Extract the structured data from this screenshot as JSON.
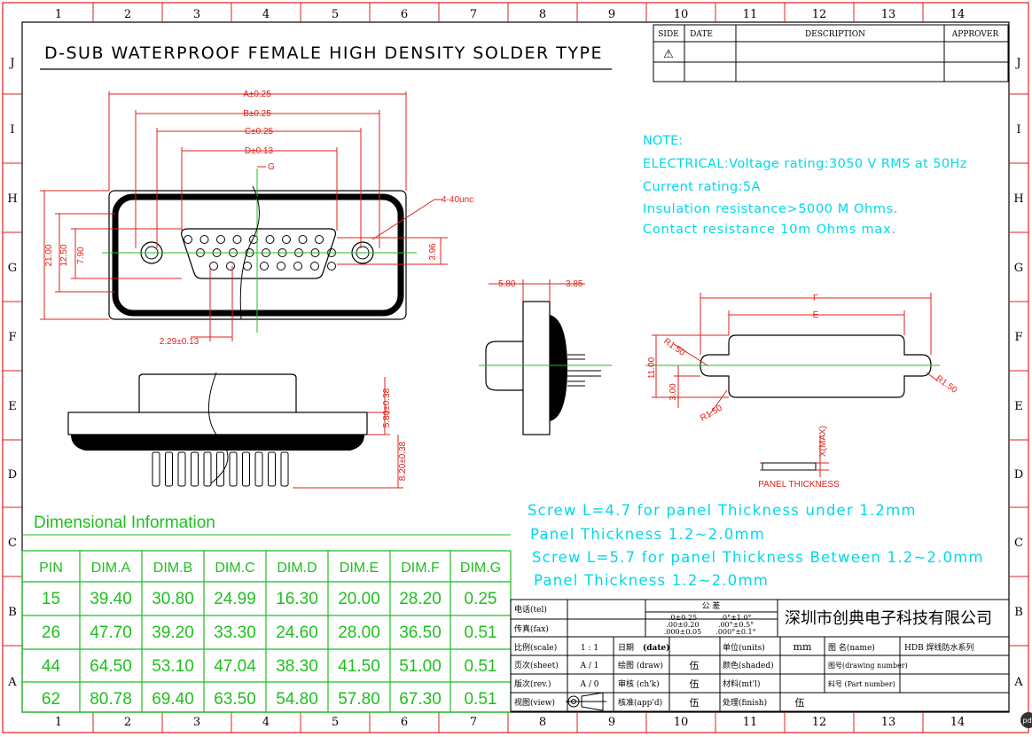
{
  "title": "D-SUB WATERPROOF FEMALE HIGH DENSITY SOLDER TYPE",
  "frame": {
    "col_labels": [
      "1",
      "2",
      "3",
      "4",
      "5",
      "6",
      "7",
      "8",
      "9",
      "10",
      "11",
      "12",
      "13",
      "14"
    ],
    "row_labels": [
      "J",
      "I",
      "H",
      "G",
      "F",
      "E",
      "D",
      "C",
      "B",
      "A"
    ]
  },
  "revision": {
    "headers": [
      "SIDE",
      "DATE",
      "DESCRIPTION",
      "APPROVER"
    ],
    "symbol": "⚠"
  },
  "notes": {
    "heading": "NOTE:",
    "lines": [
      "ELECTRICAL:Voltage rating:3050 V RMS at 50Hz",
      "Current rating:5A",
      "Insulation resistance>5000 M Ohms.",
      "Contact resistance 10m Ohms max."
    ]
  },
  "screw_notes": [
    "Screw L=4.7 for panel Thickness under 1.2mm",
    "Panel Thickness 1.2~2.0mm",
    "Screw L=5.7 for panel Thickness Between 1.2~2.0mm",
    "Panel Thickness 1.2~2.0mm"
  ],
  "dims": {
    "a": "A±0.25",
    "b": "B±0.25",
    "c": "C±0.25",
    "d": "D±0.13",
    "g": "G",
    "thread": "4-40unc",
    "h21": "21.00",
    "h1250": "12.50",
    "h790": "7.90",
    "h396": "3.96",
    "pitch": "2.29±0.13",
    "s580": "5.80",
    "s385": "3.85",
    "v580": "5.80±0.38",
    "v820": "8.20±0.38",
    "f": "F",
    "e": "E",
    "r1": "R1.50",
    "r2": "R1.50",
    "r3": "R1.50",
    "c11": "11.00",
    "c3": "3.00",
    "xmax": "X(MAX)",
    "panel": "PANEL THICKNESS"
  },
  "table": {
    "caption": "Dimensional Information",
    "headers": [
      "PIN",
      "DIM.A",
      "DIM.B",
      "DIM.C",
      "DIM.D",
      "DIM.E",
      "DIM.F",
      "DIM.G"
    ],
    "rows": [
      [
        "15",
        "39.40",
        "30.80",
        "24.99",
        "16.30",
        "20.00",
        "28.20",
        "0.25"
      ],
      [
        "26",
        "47.70",
        "39.20",
        "33.30",
        "24.60",
        "28.00",
        "36.50",
        "0.51"
      ],
      [
        "44",
        "64.50",
        "53.10",
        "47.04",
        "38.30",
        "41.50",
        "51.00",
        "0.51"
      ],
      [
        "62",
        "80.78",
        "69.40",
        "63.50",
        "54.80",
        "57.80",
        "67.30",
        "0.51"
      ]
    ]
  },
  "titleblock": {
    "tel": "电话(tel)",
    "fax": "传真(fax)",
    "tolerance": "公 差",
    "tol1": ".0±0.25",
    "tol2": ".00±0.20",
    "tol3": ".000±0.05",
    "ang1": ".0°±1.0°",
    "ang2": ".00°±0.5°",
    "ang3": ".000°±0.1°",
    "company": "深圳市创典电子科技有限公司",
    "scale_l": "比例(scale)",
    "scale_v": "1 : 1",
    "date_l": "日期",
    "date_v": "(date)",
    "units_l": "单位(units)",
    "units_v": "mm",
    "name_l": "图 名(name)",
    "name_v": "HDB 焊线防水系列",
    "sheet_l": "页次(sheet)",
    "sheet_v": "A / 1",
    "draw_l": "绘图 (draw)",
    "draw_v": "伍",
    "shaded_l": "颜色(shaded)",
    "dwgno_l": "图号(drawing number)",
    "rev_l": "版次(rev.)",
    "rev_v": "A / 0",
    "chk_l": "审核 (ch'k)",
    "chk_v": "伍",
    "mat_l": "材料(mt'l)",
    "part_l": "料号 (Part number)",
    "view_l": "视图(view)",
    "app_l": "核准(app'd)",
    "app_v": "伍",
    "fin_l": "处理(finish)",
    "fin_v": "伍"
  },
  "corner_tag": "pdf"
}
